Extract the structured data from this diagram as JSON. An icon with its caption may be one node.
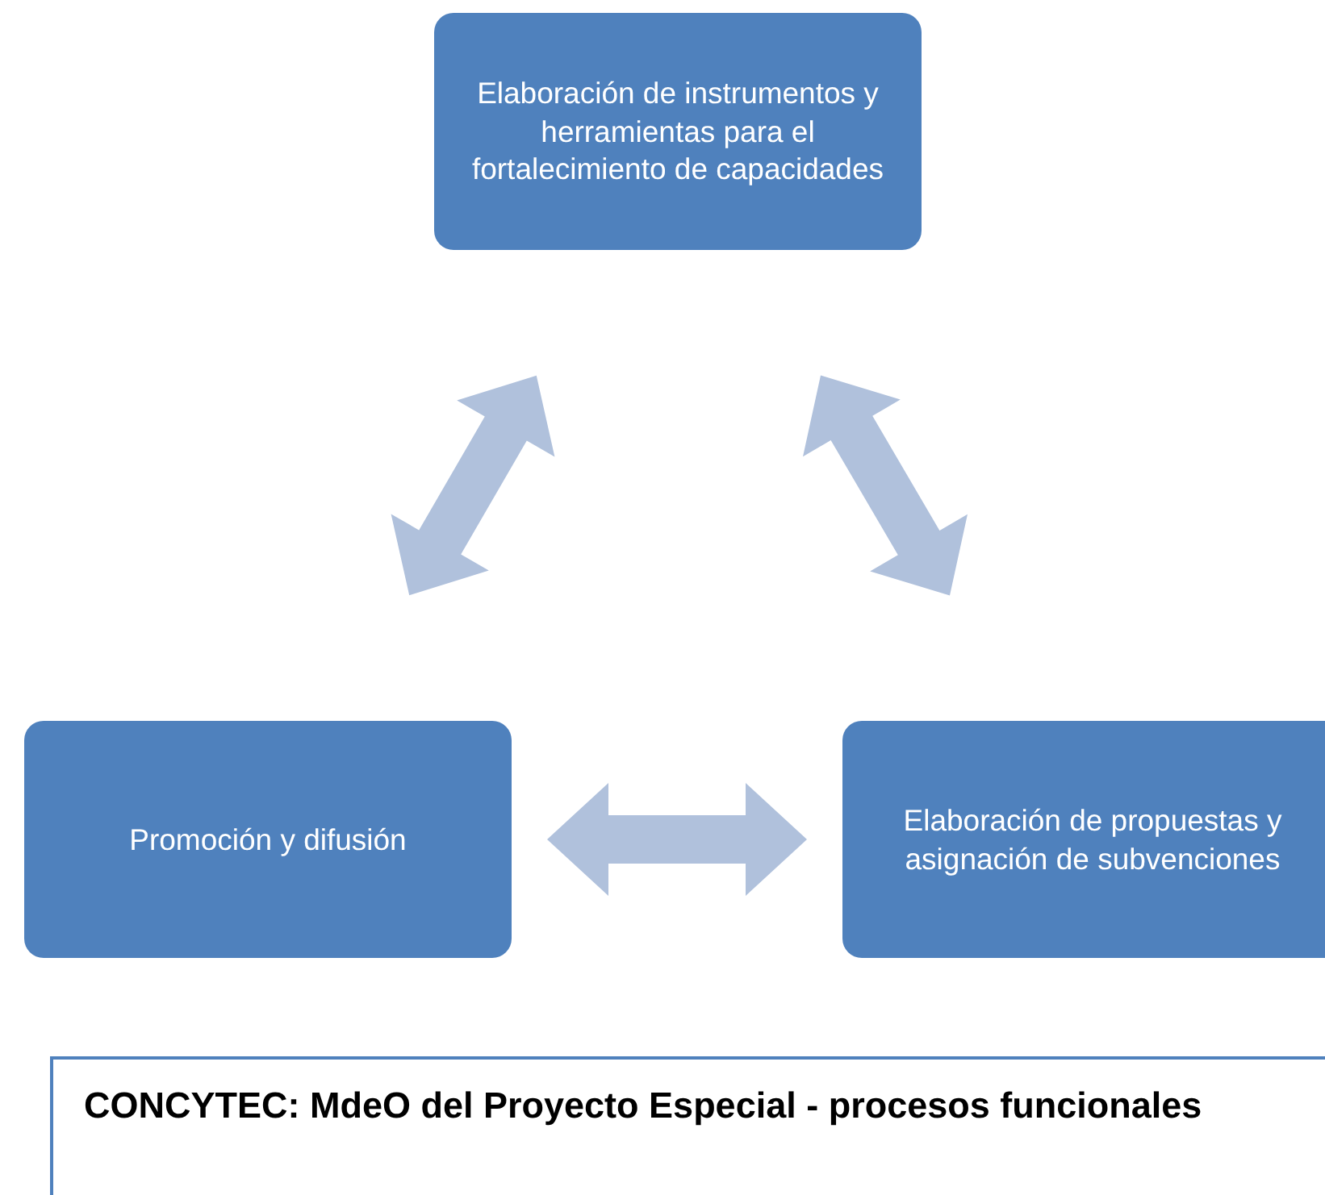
{
  "diagram": {
    "caption": "CONCYTEC: MdeO del Proyecto Especial - procesos funcionales",
    "nodes": [
      {
        "text": [
          "Elaboración de instrumentos y herramientas para el fortalecimiento de capacidades"
        ]
      },
      {
        "text": [
          "Promoción y difusión"
        ]
      },
      {
        "text": [
          "Elaboración de propuestas y asignación de subvenciones"
        ]
      }
    ],
    "edges": [
      {
        "from": 0,
        "to": 1,
        "arrow": "both"
      },
      {
        "from": 0,
        "to": 2,
        "arrow": "both"
      },
      {
        "from": 1,
        "to": 2,
        "arrow": "both"
      }
    ]
  }
}
